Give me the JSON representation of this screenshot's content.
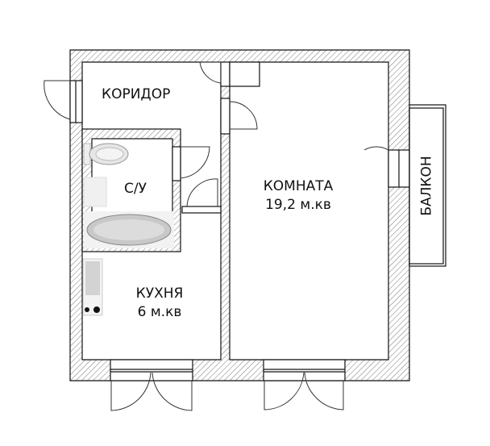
{
  "rooms": {
    "corridor": {
      "name": "КОРИДОР"
    },
    "bathroom": {
      "name": "С/У"
    },
    "room": {
      "name": "КОМНАТА",
      "area": "19,2 м.кв"
    },
    "kitchen": {
      "name": "КУХНЯ",
      "area": "6 м.кв"
    },
    "balcony": {
      "name": "БАЛКОН"
    }
  }
}
